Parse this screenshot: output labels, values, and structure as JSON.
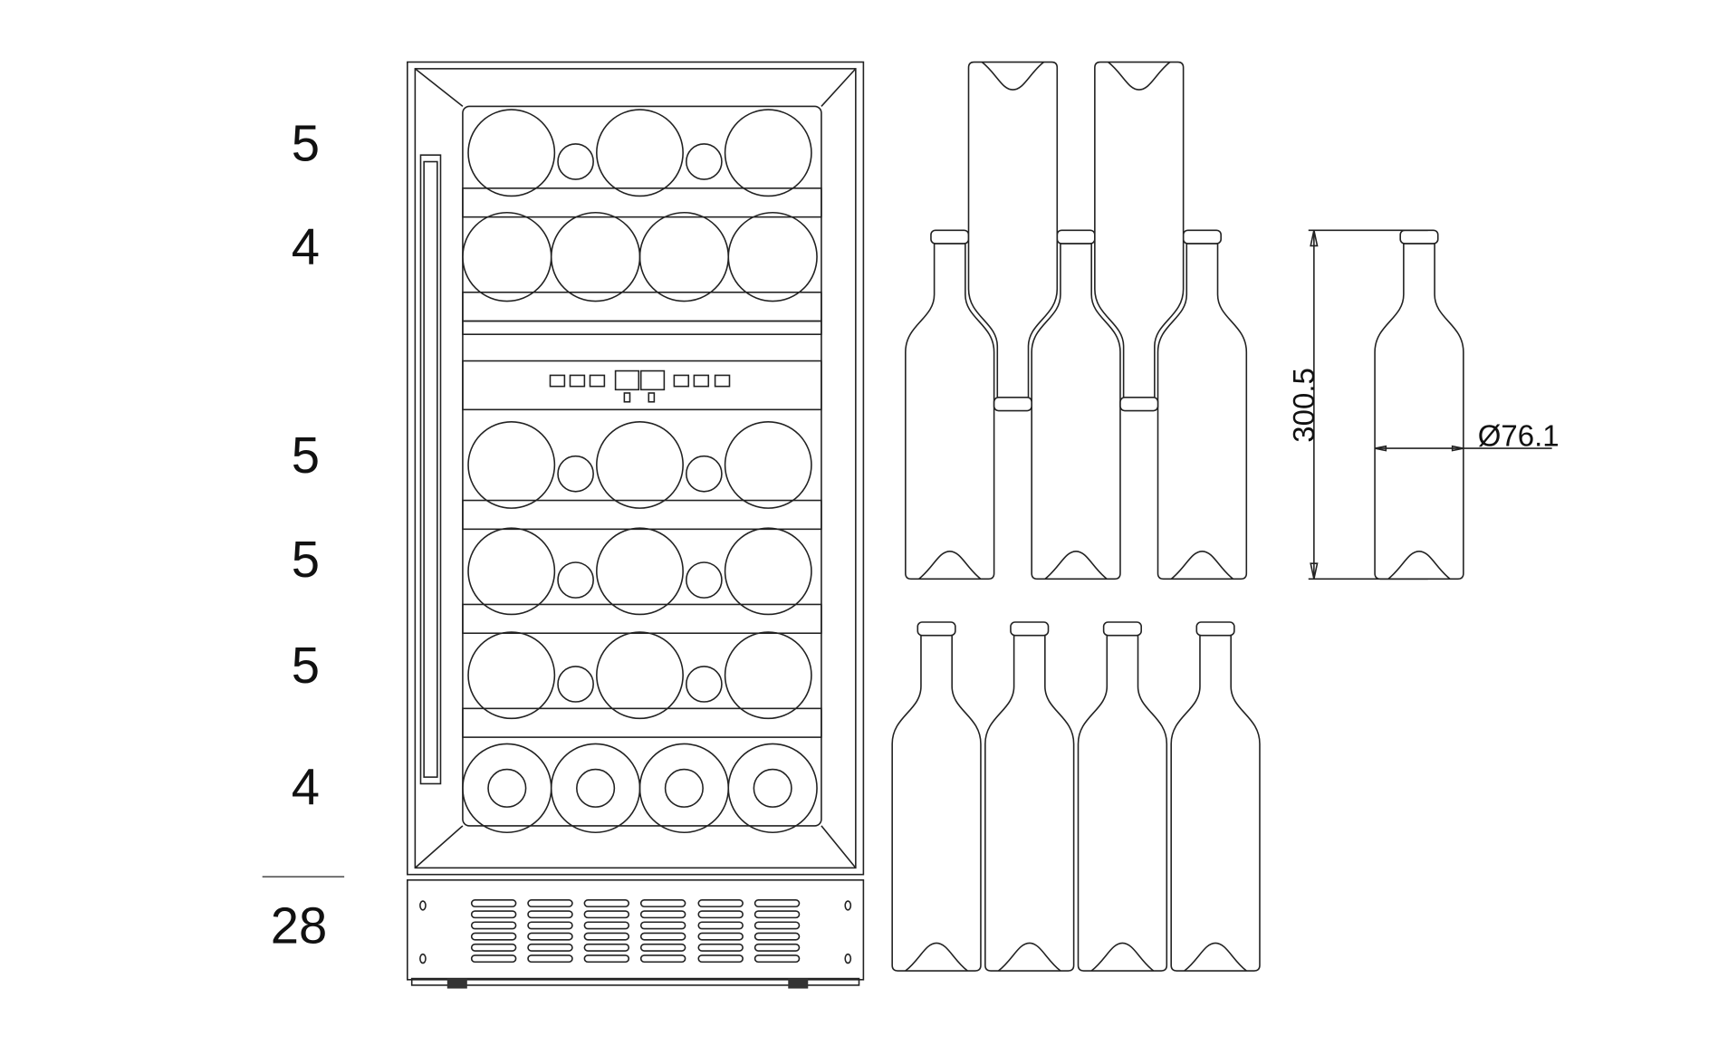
{
  "shelf_counts": {
    "shelf_1": "5",
    "shelf_2": "4",
    "shelf_3": "5",
    "shelf_4": "5",
    "shelf_5": "5",
    "shelf_6": "4",
    "total": "28"
  },
  "dimensions": {
    "bottle_height": "300.5",
    "bottle_diameter": "Ø76.1"
  },
  "colors": {
    "line": "#222222",
    "background": "#ffffff"
  }
}
